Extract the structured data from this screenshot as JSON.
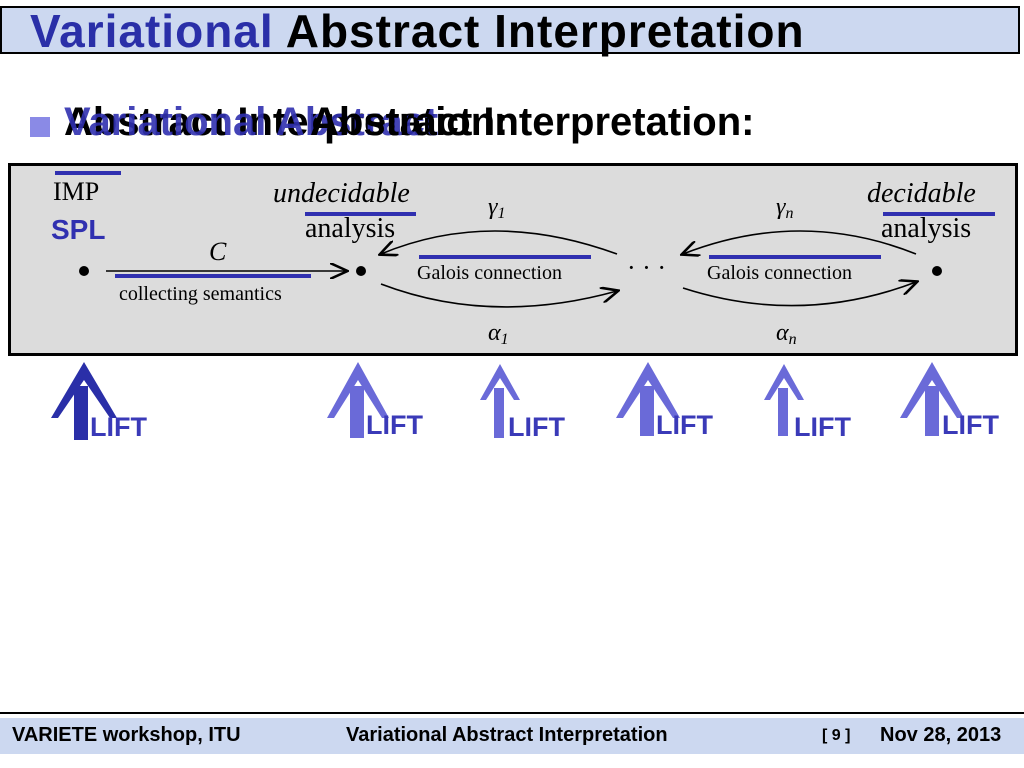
{
  "title": {
    "variational": "Variational",
    "rest": "Abstract Interpretation"
  },
  "bullet": {
    "text_a": "Abstract Interpretation:",
    "text_b": "Variational Abstract",
    "text_c": "Abstract Interpretation:"
  },
  "diagram": {
    "imp": "IMP",
    "spl": "SPL",
    "c_label": "C",
    "collecting": "collecting semantics",
    "undecidable": "undecidable",
    "analysis_left": "analysis",
    "gamma1": "γ",
    "gamma1_sub": "1",
    "galois_left": "Galois connection",
    "alpha1": "α",
    "alpha1_sub": "1",
    "dots": "· · ·",
    "gamman": "γ",
    "gamman_sub": "n",
    "galois_right": "Galois connection",
    "alphan": "α",
    "alphan_sub": "n",
    "decidable": "decidable",
    "analysis_right": "analysis"
  },
  "lift_labels": [
    "LIFT",
    "LIFT",
    "LIFT",
    "LIFT",
    "LIFT",
    "LIFT"
  ],
  "footer": {
    "left": "VARIETE workshop, ITU",
    "center": "Variational Abstract Interpretation",
    "page": "[ 9 ]",
    "date": "Nov 28, 2013"
  },
  "colors": {
    "accent": "#3a3ab8",
    "title_bg": "#ccd8f0",
    "arrow_light": "#6a6ad8",
    "arrow_dark": "#2a2fa8"
  }
}
